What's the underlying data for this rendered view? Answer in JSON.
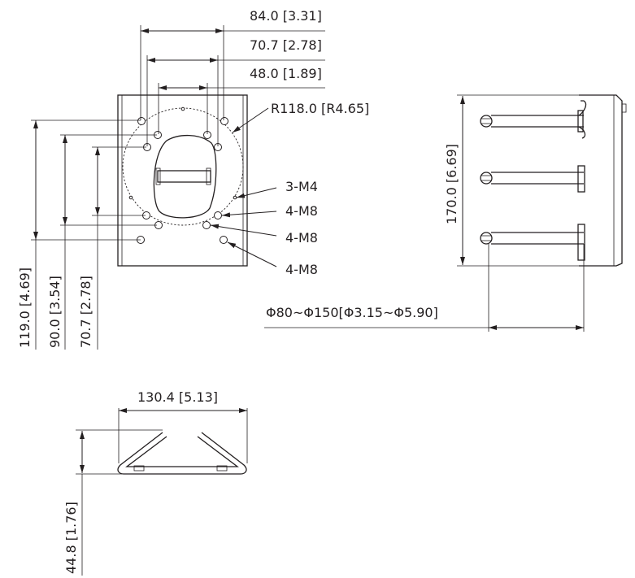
{
  "front_view": {
    "dims": {
      "width_outer": "84.0 [3.31]",
      "width_mid": "70.7 [2.78]",
      "width_inner": "48.0 [1.89]",
      "height_outer": "119.0 [4.69]",
      "height_mid": "90.0 [3.54]",
      "height_inner": "70.7 [2.78]"
    },
    "callouts": {
      "radius": "R118.0 [R4.65]",
      "screws_m4": "3-M4",
      "bolts_m8_a": "4-M8",
      "bolts_m8_b": "4-M8",
      "bolts_m8_c": "4-M8"
    }
  },
  "side_view": {
    "dims": {
      "height": "170.0 [6.69]",
      "pole_range": "Φ80~Φ150[Φ3.15~Φ5.90]"
    }
  },
  "bottom_view": {
    "dims": {
      "width": "130.4 [5.13]",
      "depth": "44.8 [1.76]"
    }
  }
}
